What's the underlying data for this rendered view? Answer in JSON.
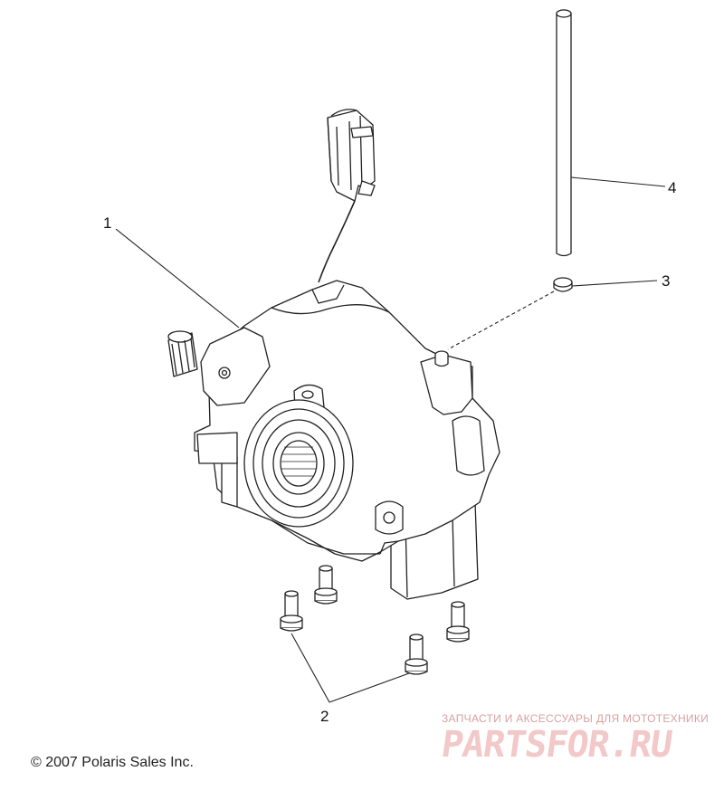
{
  "callouts": {
    "c1": "1",
    "c2": "2",
    "c3": "3",
    "c4": "4"
  },
  "footer": {
    "copyright": "© 2007 Polaris Sales Inc."
  },
  "watermark": {
    "tagline": "ЗАПЧАСТИ И АКСЕССУАРЫ ДЛЯ МОТОТЕХНИКИ",
    "logo": "PARTSFOR.RU"
  },
  "colors": {
    "line": "#222222",
    "watermark": "#e8b4b4"
  }
}
